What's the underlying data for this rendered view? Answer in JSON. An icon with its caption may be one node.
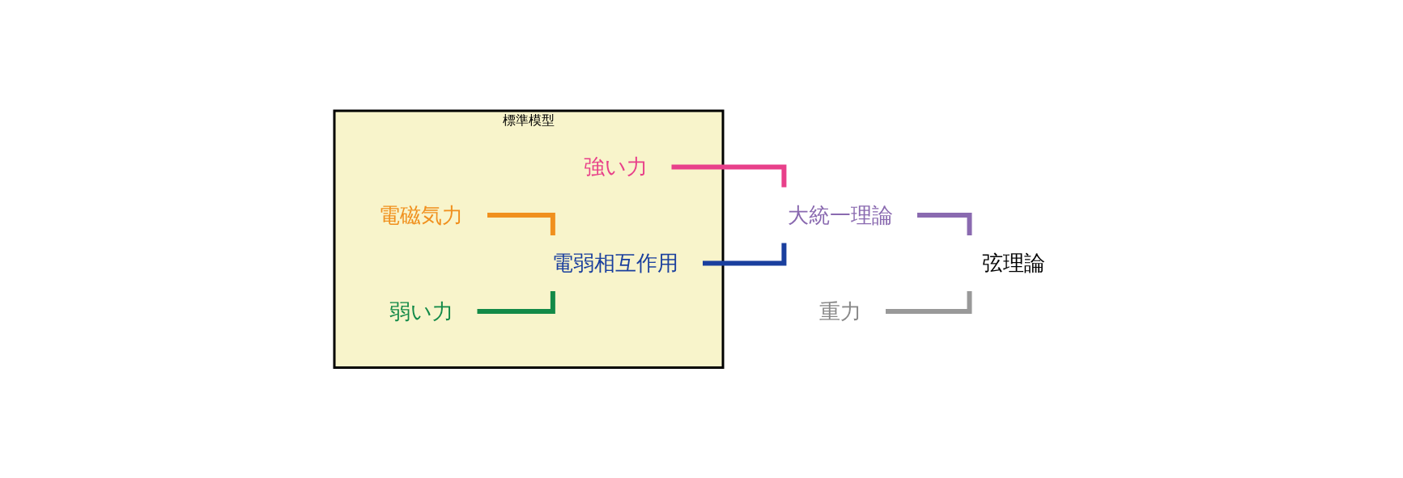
{
  "diagram": {
    "nodes": [
      {
        "text": [
          "標準模型"
        ]
      },
      {
        "text": [
          "強い力"
        ],
        "in": 0
      },
      {
        "text": [
          "電磁気力"
        ],
        "in": 0
      },
      {
        "text": [
          "弱い力"
        ],
        "in": 0
      },
      {
        "text": [
          "電弱相互作用"
        ],
        "in": 0
      },
      {
        "text": [
          "大統一理論"
        ]
      },
      {
        "text": [
          "重力"
        ]
      },
      {
        "text": [
          "弦理論"
        ]
      }
    ],
    "edges": [
      {
        "from": 2,
        "to": 4,
        "arrow": "none",
        "color": "#f0901e"
      },
      {
        "from": 3,
        "to": 4,
        "arrow": "none",
        "color": "#138a48"
      },
      {
        "from": 1,
        "to": 5,
        "arrow": "none",
        "color": "#e8408a"
      },
      {
        "from": 4,
        "to": 5,
        "arrow": "none",
        "color": "#1a3f9e"
      },
      {
        "from": 5,
        "to": 7,
        "arrow": "none",
        "color": "#8a6ab0"
      },
      {
        "from": 6,
        "to": 7,
        "arrow": "none",
        "color": "#999999"
      }
    ]
  }
}
